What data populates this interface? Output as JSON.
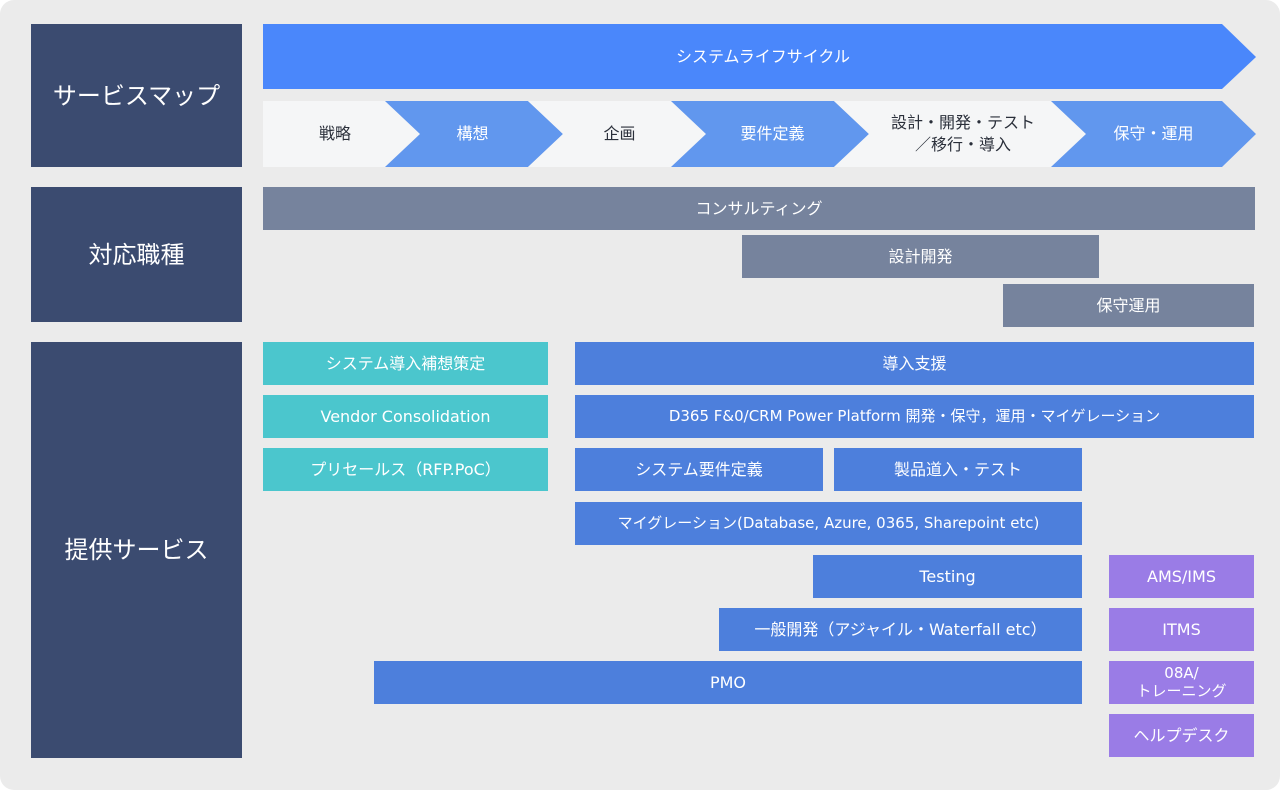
{
  "row_labels": {
    "service_map": "サービスマップ",
    "roles": "対応職種",
    "services": "提供サービス"
  },
  "lifecycle": {
    "title": "システムライフサイクル",
    "phases": [
      {
        "label": "戦略"
      },
      {
        "label": "構想"
      },
      {
        "label": "企画"
      },
      {
        "label": "要件定義"
      },
      {
        "label": "設計・開発・テスト\n／移行・導入"
      },
      {
        "label": "保守・運用"
      }
    ]
  },
  "roles": {
    "consulting": "コンサルティング",
    "design_dev": "設計開発",
    "maintenance": "保守運用"
  },
  "services": {
    "system_plan": "システム導入補想策定",
    "vendor": "Vendor Consolidation",
    "presales": "プリセールス（RFP.PoC）",
    "intro_support": "導入支援",
    "d365": "D365 F&0/CRM Power Platform 開発・保守，運用・マイゲレーション",
    "sys_requirements": "システム要件定義",
    "product_test": "製品道入・テスト",
    "migration": "マイグレーション(Database, Azure, 0365, Sharepoint etc)",
    "testing": "Testing",
    "general_dev": "一般開発（アジャイル・Waterfall etc）",
    "pmo": "PMO",
    "ams": "AMS/IMS",
    "itms": "ITMS",
    "training": "08A/\nトレーニング",
    "helpdesk": "ヘルプデスク"
  },
  "colors": {
    "background": "#ebebeb",
    "row_label": "#3b4b70",
    "lifecycle_blue": "#4a87fb",
    "phase_light": "#f5f6f7",
    "phase_blue": "#6197ee",
    "role_gray": "#76839d",
    "service_teal": "#4bc6cd",
    "service_blue": "#4d7fdc",
    "service_purple": "#9a7ce6"
  }
}
